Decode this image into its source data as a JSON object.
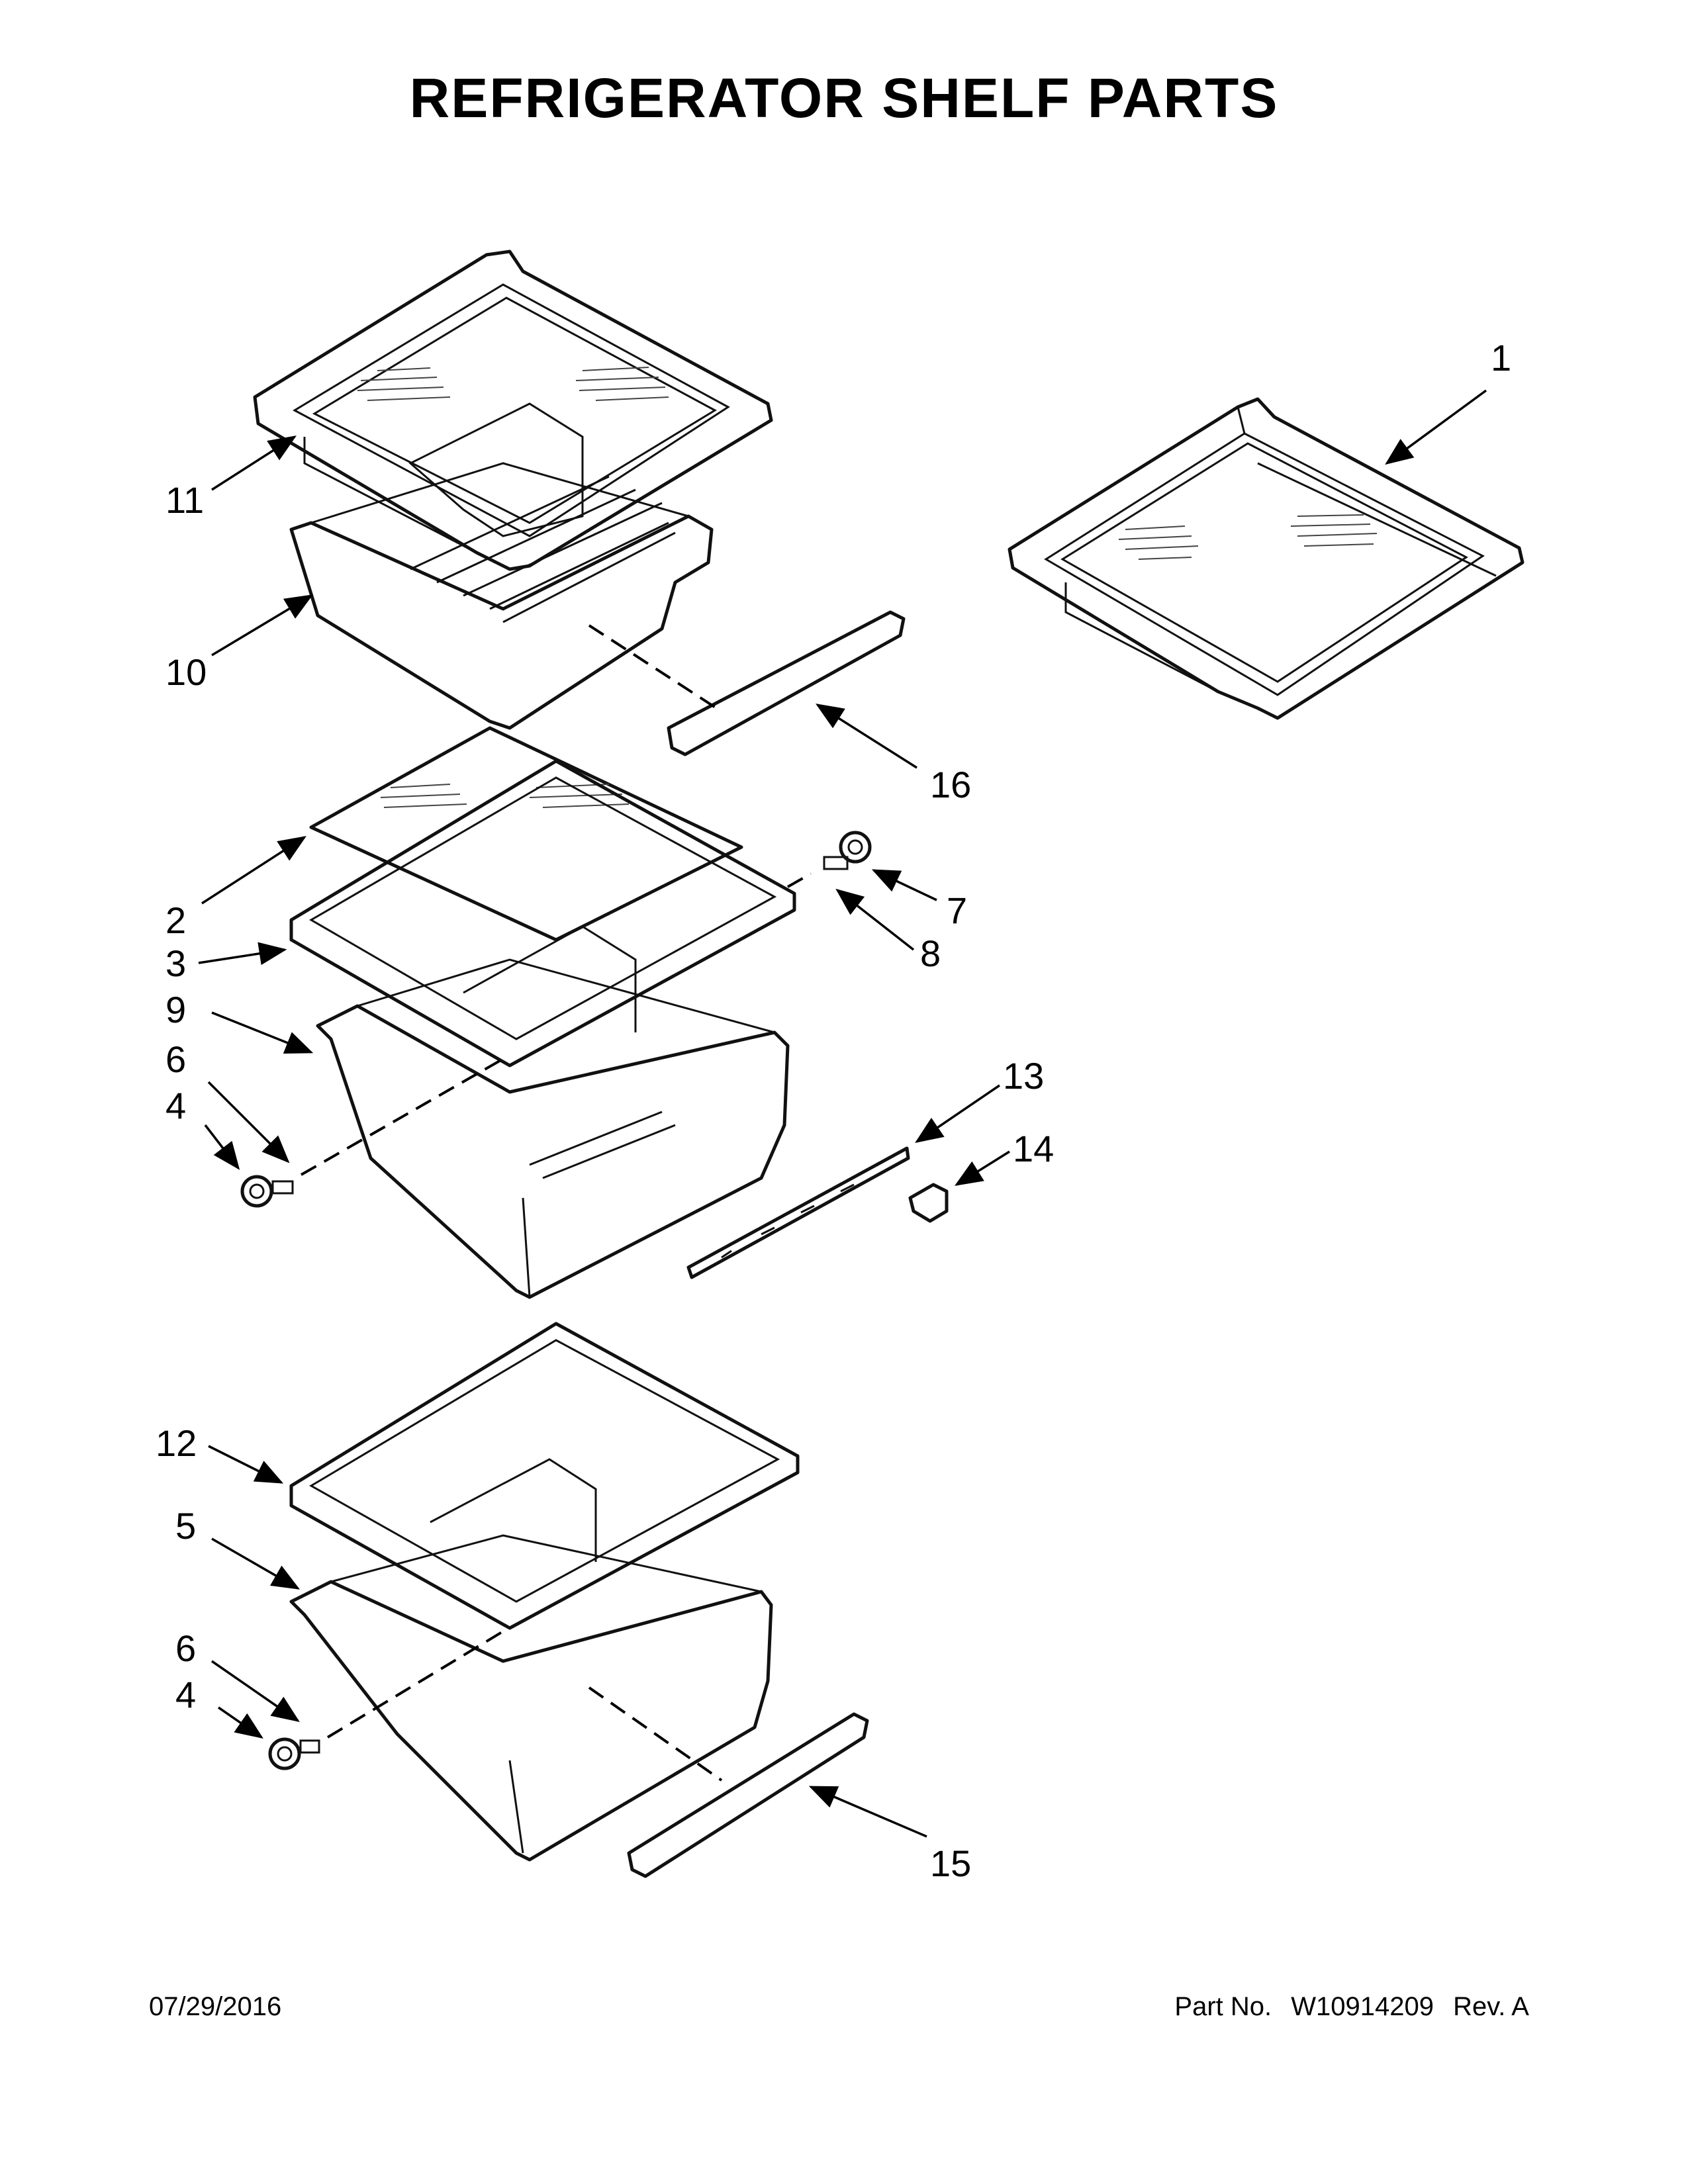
{
  "title": "REFRIGERATOR SHELF PARTS",
  "callouts": [
    "1",
    "2",
    "3",
    "4",
    "4",
    "5",
    "6",
    "6",
    "7",
    "8",
    "9",
    "10",
    "11",
    "12",
    "13",
    "14",
    "15",
    "16"
  ],
  "footer": {
    "date": "07/29/2016",
    "part_label": "Part No.",
    "part_number": "W10914209",
    "revision": "Rev.  A"
  }
}
